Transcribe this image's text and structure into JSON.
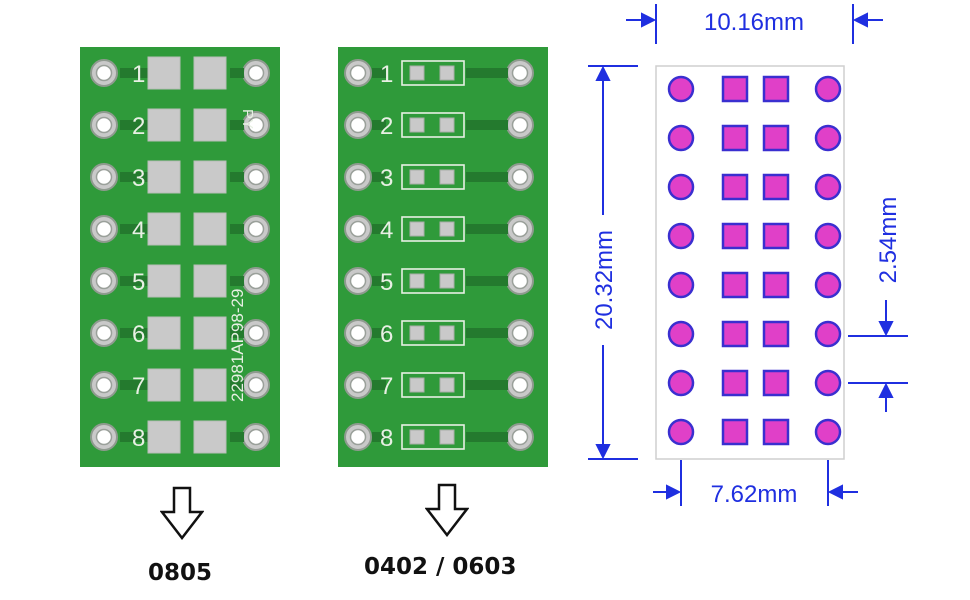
{
  "boards": {
    "left": {
      "pin_numbers": [
        "1",
        "2",
        "3",
        "4",
        "5",
        "6",
        "7",
        "8"
      ],
      "vertical_text": "22981AP98-29",
      "corner_text": "PY",
      "footprint": "0805"
    },
    "right": {
      "pin_numbers": [
        "1",
        "2",
        "3",
        "4",
        "5",
        "6",
        "7",
        "8"
      ],
      "footprint": "0402 / 0603"
    }
  },
  "drawing": {
    "dimension_width": "10.16mm",
    "dimension_height": "20.32mm",
    "dimension_pitch": "2.54mm",
    "dimension_row_spacing": "7.62mm",
    "rows": 8
  },
  "colors": {
    "pcb_green": "#2f9a3a",
    "pcb_dark": "#247a2e",
    "silk": "#e8f0e4",
    "pad_silver": "#c9c9c9",
    "dim_blue": "#1f2fe0",
    "pad_magenta": "#e040c8"
  }
}
